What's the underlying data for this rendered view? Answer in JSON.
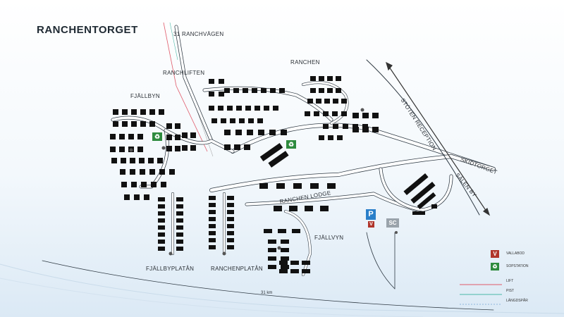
{
  "title": "RANCHENTORGET",
  "roads": {
    "ranchvagen": "31 RANCHVÄGEN",
    "ranchen": "RANCHEN",
    "stoten_reception": "STÖTEN RECEPTION",
    "skidtorget": "SKIDTORGET",
    "salen_by": "SÄLEN BY",
    "bottom_road": "31 km"
  },
  "areas": {
    "ranchliften": "RANCHLIFTEN",
    "fjallbyn_top": "FJÄLLBYN",
    "ranchen_lodge": "RANCHEN LODGE",
    "fjallvyn": "FJÄLLVYN",
    "fjallbyplatan": "FJÄLLBYPLATÅN",
    "ranchenplatan": "RANCHENPLATÅN"
  },
  "services": {
    "parking": "P",
    "valla": "V",
    "sc": "SC"
  },
  "legend": {
    "vallabod": "VALLABOD",
    "sopstation": "SOPSTATION",
    "lift": "LIFT",
    "pist": "PIST",
    "langdspar": "LÄNGDSPÅR"
  },
  "colors": {
    "road": "#ffffff",
    "road_edge": "#2f3a44",
    "building": "#111111",
    "lift": "#e05a6a",
    "pist": "#4ab9a8",
    "langdspar": "#8fb7dd",
    "valla": "#b0352b",
    "recycle": "#2e8b3e",
    "parking": "#2a7fc9",
    "sc": "#9aa3ab"
  },
  "icons": {
    "recycle": "recycle-icon",
    "arrow": "arrow-icon"
  }
}
